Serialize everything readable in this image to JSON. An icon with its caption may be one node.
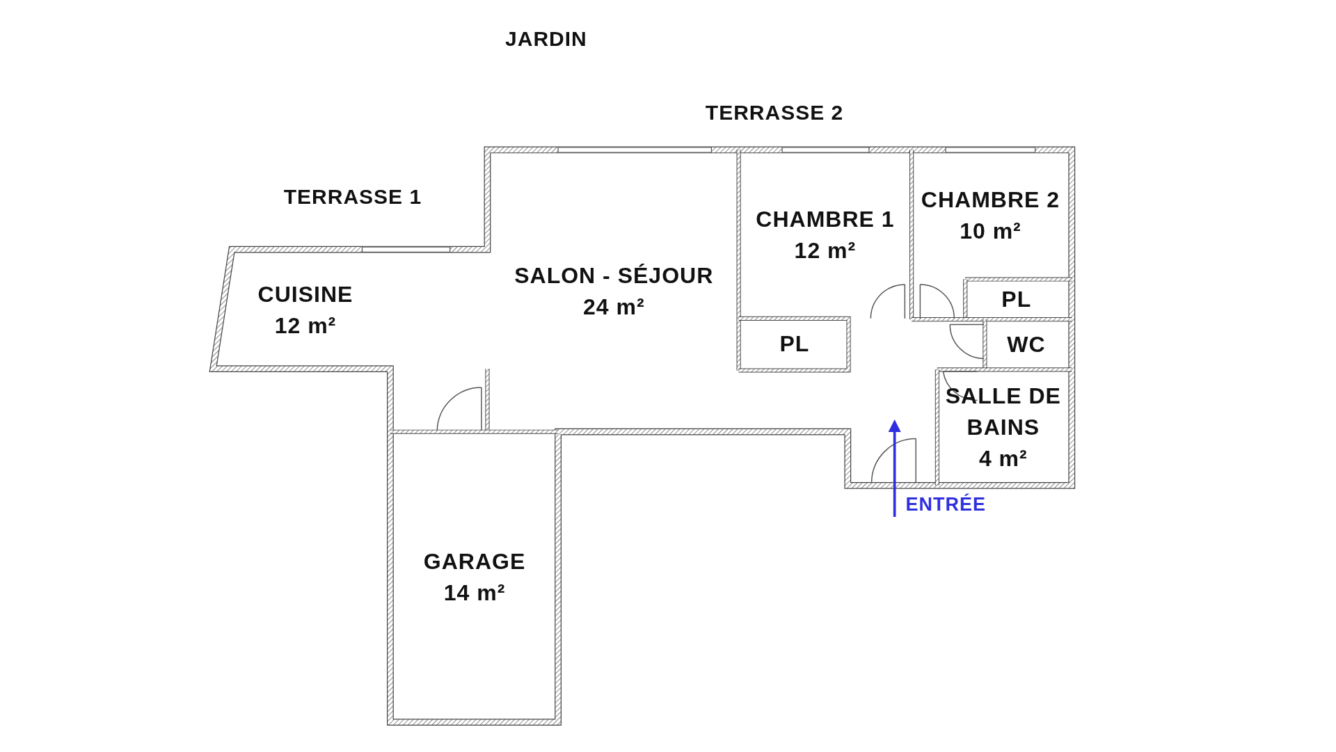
{
  "diagram": {
    "nodes": [
      {
        "text": [
          "CUISINE",
          "12 m²"
        ]
      },
      {
        "text": [
          "SALON - SÉJOUR",
          "24 m²"
        ]
      },
      {
        "text": [
          "CHAMBRE 1",
          "12 m²"
        ]
      },
      {
        "text": [
          "CHAMBRE 2",
          "10 m²"
        ]
      },
      {
        "text": [
          "PL"
        ]
      },
      {
        "text": [
          "WC"
        ]
      },
      {
        "text": [
          "PL"
        ]
      },
      {
        "text": [
          "SALLE DE BAINS",
          "4 m²"
        ]
      },
      {
        "text": [
          "GARAGE",
          "14 m²"
        ]
      }
    ],
    "edges": [],
    "labels": [
      "JARDIN",
      "TERRASSE 2",
      "TERRASSE 1",
      "ENTRÉE"
    ]
  }
}
